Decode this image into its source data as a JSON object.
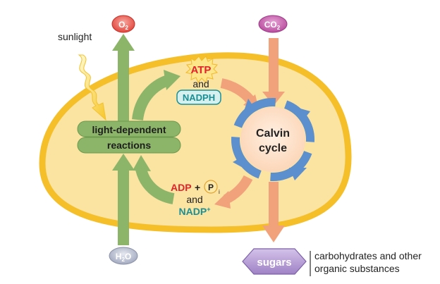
{
  "labels": {
    "sunlight": "sunlight",
    "o2_main": "O",
    "o2_sub": "2",
    "co2_main": "CO",
    "co2_sub": "2",
    "h2o_h": "H",
    "h2o_sub": "2",
    "h2o_o": "O",
    "atp": "ATP",
    "and_top": "and",
    "nadph": "NADPH",
    "light_line1": "light-dependent",
    "light_line2": "reactions",
    "calvin_line1": "Calvin",
    "calvin_line2": "cycle",
    "adp": "ADP",
    "plus": "+",
    "p": "P",
    "p_sub": "i",
    "and_bottom": "and",
    "nadp": "NADP",
    "nadp_sup": "+",
    "sugars": "sugars",
    "sugars_note_line1": "carbohydrates and other",
    "sugars_note_line2": "organic substances"
  },
  "colors": {
    "chloroplast_fill": "#fbe3a2",
    "chloroplast_edge": "#f5bf2a",
    "green_arrow": "#8cb56a",
    "orange_arrow": "#f2a27a",
    "calvin_ring": "#5b8fcd",
    "calvin_center": "#fde0c8",
    "atp_red": "#e2232a",
    "nadph_teal": "#1b8f93",
    "sugars_purple": "#bfa7d9"
  }
}
